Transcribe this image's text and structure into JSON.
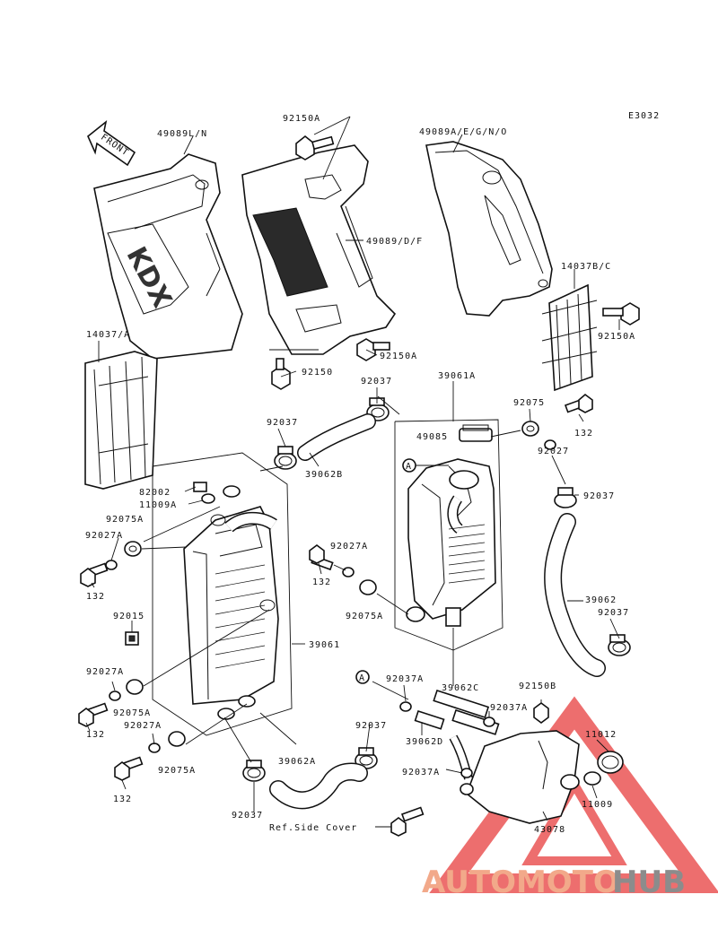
{
  "diagram": {
    "code": "E3032",
    "front_arrow_label": "FRONT",
    "reference_note": "Ref.Side Cover",
    "callout_letter": "A",
    "labels": [
      {
        "id": "l1",
        "text": "49089L/N"
      },
      {
        "id": "l2",
        "text": "92150A"
      },
      {
        "id": "l3",
        "text": "49089A/E/G/N/O"
      },
      {
        "id": "l4",
        "text": "49089/D/F"
      },
      {
        "id": "l5",
        "text": "14037B/C"
      },
      {
        "id": "l6",
        "text": "92150A"
      },
      {
        "id": "l7",
        "text": "14037/A"
      },
      {
        "id": "l8",
        "text": "92150A"
      },
      {
        "id": "l9",
        "text": "92150"
      },
      {
        "id": "l10",
        "text": "92037"
      },
      {
        "id": "l11",
        "text": "39061A"
      },
      {
        "id": "l12",
        "text": "92075"
      },
      {
        "id": "l13",
        "text": "49085"
      },
      {
        "id": "l14",
        "text": "92027"
      },
      {
        "id": "l15",
        "text": "132"
      },
      {
        "id": "l16",
        "text": "92037"
      },
      {
        "id": "l17",
        "text": "39062B"
      },
      {
        "id": "l18",
        "text": "82002"
      },
      {
        "id": "l19",
        "text": "11009A"
      },
      {
        "id": "l20",
        "text": "92037"
      },
      {
        "id": "l21",
        "text": "92075A"
      },
      {
        "id": "l22",
        "text": "92027A"
      },
      {
        "id": "l23",
        "text": "92027A"
      },
      {
        "id": "l24",
        "text": "132"
      },
      {
        "id": "l25",
        "text": "132"
      },
      {
        "id": "l26",
        "text": "92075A"
      },
      {
        "id": "l27",
        "text": "39062"
      },
      {
        "id": "l28",
        "text": "92037"
      },
      {
        "id": "l29",
        "text": "92015"
      },
      {
        "id": "l30",
        "text": "39061"
      },
      {
        "id": "l31",
        "text": "92027A"
      },
      {
        "id": "l32",
        "text": "92037A"
      },
      {
        "id": "l33",
        "text": "39062C"
      },
      {
        "id": "l34",
        "text": "92150B"
      },
      {
        "id": "l35",
        "text": "92075A"
      },
      {
        "id": "l36",
        "text": "92037A"
      },
      {
        "id": "l37",
        "text": "132"
      },
      {
        "id": "l38",
        "text": "92027A"
      },
      {
        "id": "l39",
        "text": "92037"
      },
      {
        "id": "l40",
        "text": "39062D"
      },
      {
        "id": "l41",
        "text": "11012"
      },
      {
        "id": "l42",
        "text": "92075A"
      },
      {
        "id": "l43",
        "text": "39062A"
      },
      {
        "id": "l44",
        "text": "92037A"
      },
      {
        "id": "l45",
        "text": "11009"
      },
      {
        "id": "l46",
        "text": "132"
      },
      {
        "id": "l47",
        "text": "92037"
      },
      {
        "id": "l48",
        "text": "43078"
      }
    ]
  },
  "watermark": {
    "part1": "AUTOMOTO",
    "part2": "HUB",
    "color1": "#f2a98a",
    "color2": "#8c8c8c",
    "triangle_color": "#e94a4a"
  }
}
